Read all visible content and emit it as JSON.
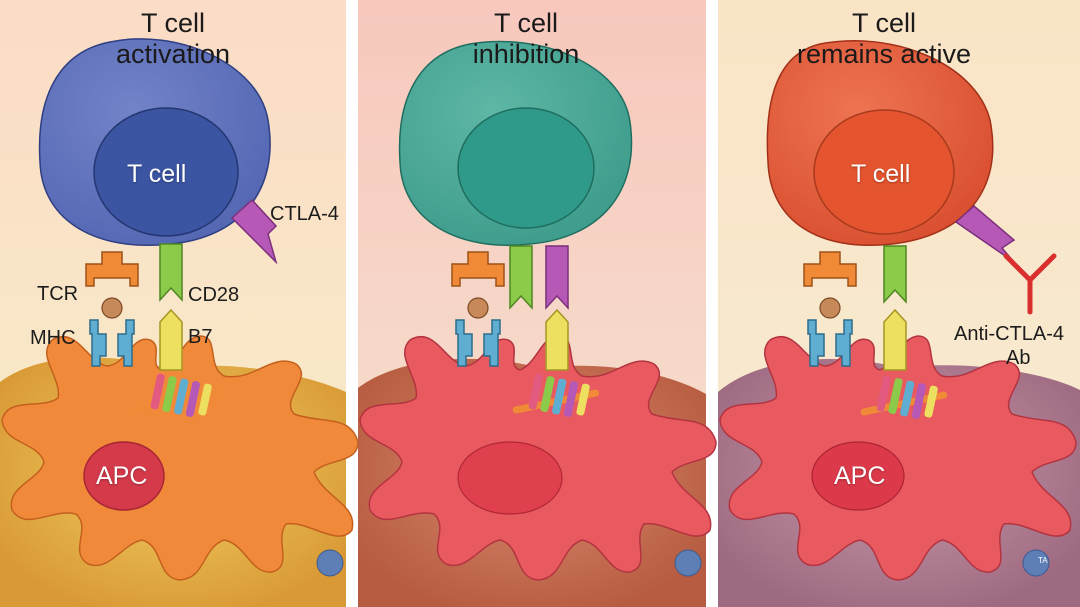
{
  "panels": [
    {
      "title_line1": "T cell",
      "title_line2": "activation",
      "tcell_label": "T cell",
      "apc_label": "APC",
      "labels": {
        "ctla4": "CTLA-4",
        "tcr": "TCR",
        "mhc": "MHC",
        "cd28": "CD28",
        "b7": "B7"
      }
    },
    {
      "title_line1": "T cell",
      "title_line2": "inhibition"
    },
    {
      "title_line1": "T cell",
      "title_line2": "remains active",
      "tcell_label": "T cell",
      "apc_label": "APC",
      "antibody_line1": "Anti-CTLA-4",
      "antibody_line2": "Ab",
      "corner_mark": "TA"
    }
  ],
  "colors": {
    "panel1_bg": "#fbe2c8",
    "panel2_bg": "#f8d4c8",
    "panel3_bg": "#fbe5c4",
    "tcell_active": "#3f58a8",
    "tcell_inhibited": "#2f9a8a",
    "tcell_rescued": "#e4542e",
    "apc_activation": "#f08a3a",
    "apc_other": "#e95a60",
    "tcr": "#f08a36",
    "mhc": "#5faed2",
    "cd28": "#8ccb4a",
    "b7": "#ede061",
    "ctla4": "#b658b6",
    "antibody": "#d92f2f"
  }
}
